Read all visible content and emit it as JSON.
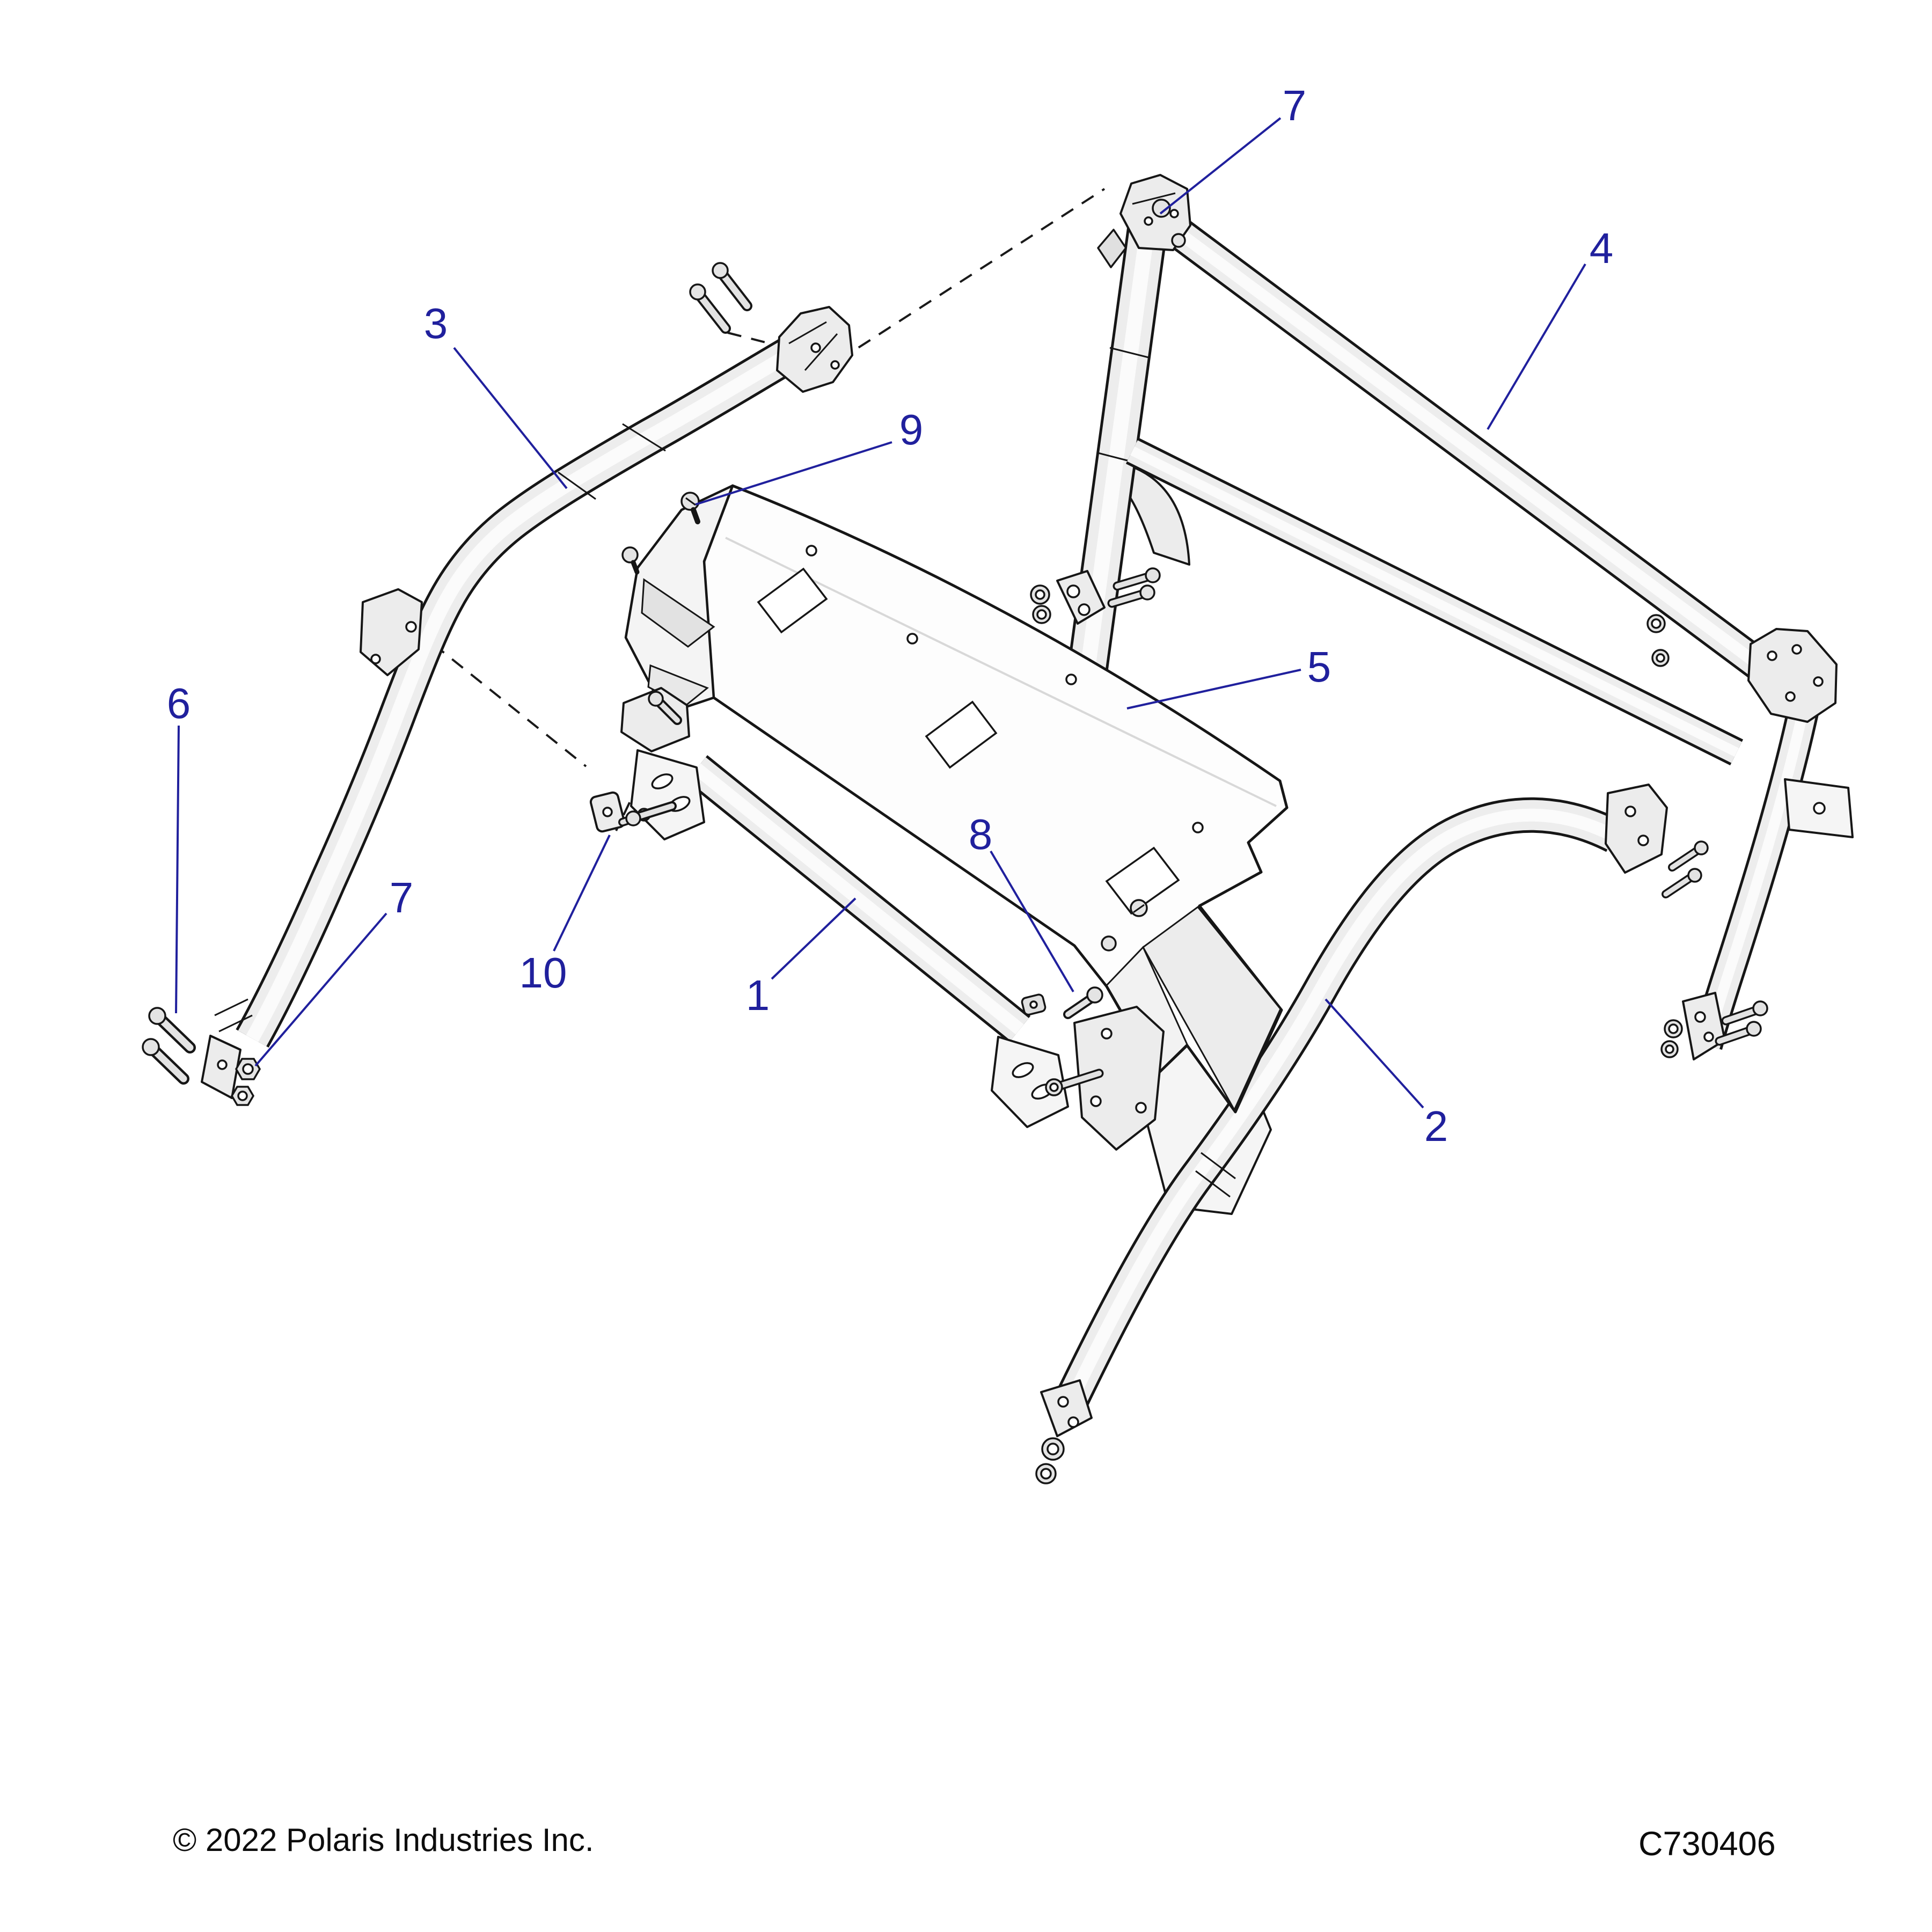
{
  "footer": {
    "copyright": "© 2022 Polaris Industries Inc.",
    "drawing_code": "C730406"
  },
  "callouts": [
    {
      "id": "7-top",
      "label": "7"
    },
    {
      "id": "4",
      "label": "4"
    },
    {
      "id": "3",
      "label": "3"
    },
    {
      "id": "9",
      "label": "9"
    },
    {
      "id": "5",
      "label": "5"
    },
    {
      "id": "6",
      "label": "6"
    },
    {
      "id": "7-left",
      "label": "7"
    },
    {
      "id": "10",
      "label": "10"
    },
    {
      "id": "8",
      "label": "8"
    },
    {
      "id": "1",
      "label": "1"
    },
    {
      "id": "2",
      "label": "2"
    }
  ],
  "colors": {
    "callout_blue": "#20209d",
    "line_black": "#161616",
    "tube_gray": "#ededed",
    "background": "#ffffff"
  }
}
